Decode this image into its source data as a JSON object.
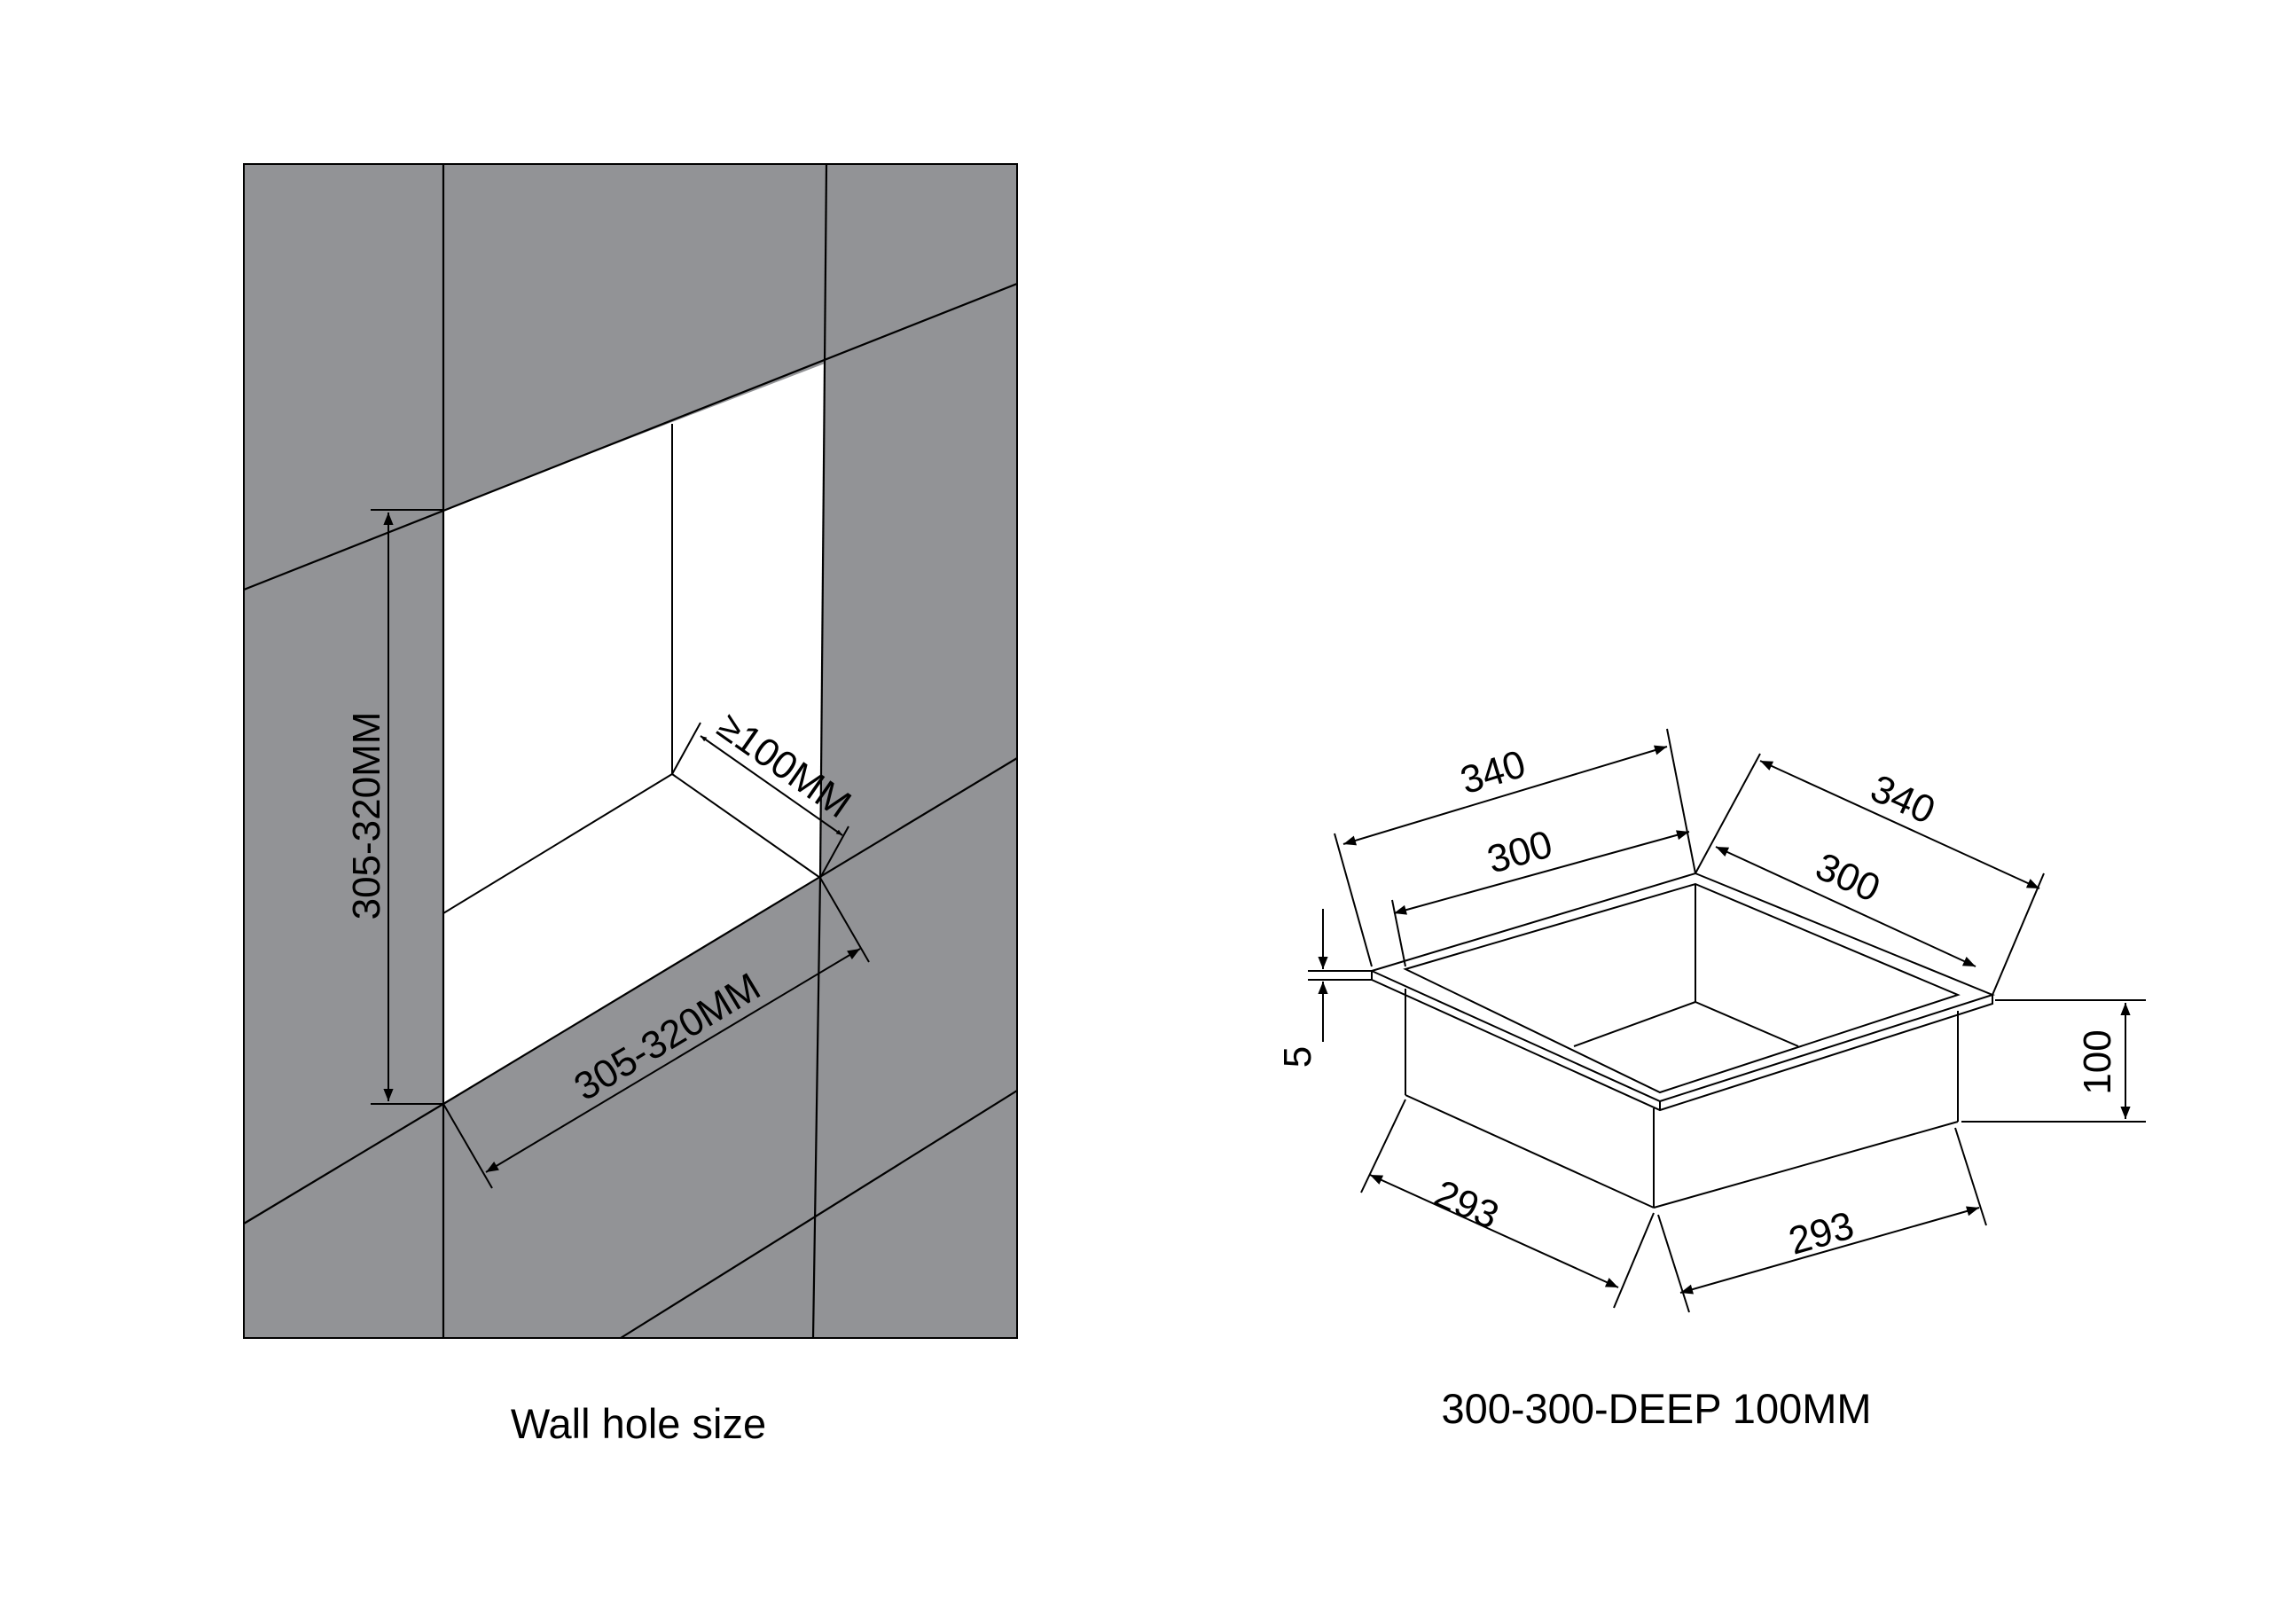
{
  "wall_drawing": {
    "caption": "Wall hole size",
    "height_label": "305-320MM",
    "width_label": "305-320MM",
    "depth_label": "≥100MM",
    "tile_color": "#929396"
  },
  "niche_drawing": {
    "caption": "300-300-DEEP 100MM",
    "outer_top_left": "340",
    "inner_top_left": "300",
    "outer_top_right": "340",
    "inner_top_right": "300",
    "flange_thickness": "5",
    "depth": "100",
    "bottom_left": "293",
    "bottom_right": "293"
  }
}
